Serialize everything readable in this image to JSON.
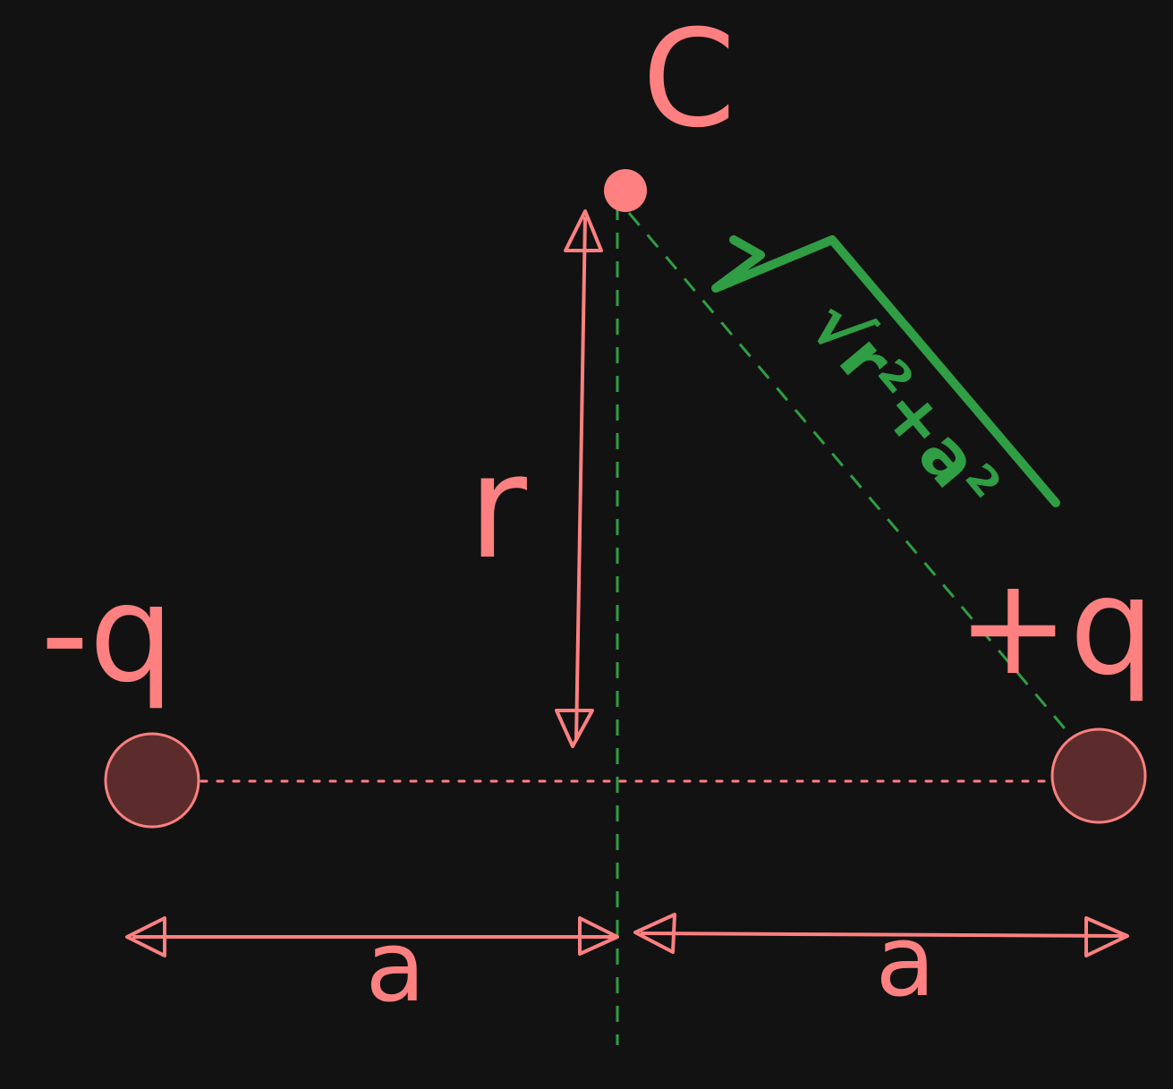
{
  "labels": {
    "point": "C",
    "charge_left": "-q",
    "charge_right": "+q",
    "height": "r",
    "half_left": "a",
    "half_right": "a",
    "hypotenuse": "√r²+a²"
  },
  "colors": {
    "background": "#121212",
    "accent": "#ff8080",
    "charge_fill": "#5c2c2c",
    "guide": "#2f9e44"
  }
}
